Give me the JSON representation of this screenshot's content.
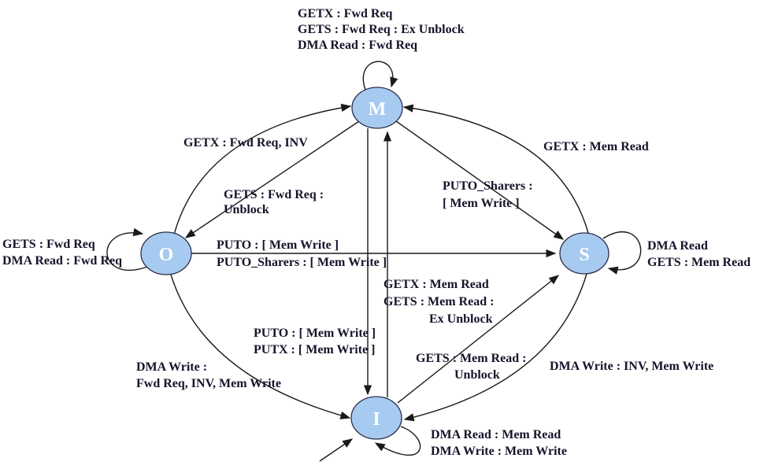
{
  "diagram": {
    "type": "state-machine",
    "description_states": [
      "M",
      "O",
      "S",
      "I"
    ]
  },
  "colors": {
    "node_fill": "#a6caf0",
    "node_stroke": "#2e2e4a",
    "edge": "#1a1a1a",
    "label_text": "#14142b",
    "node_text": "#ffffff"
  },
  "nodes": {
    "m": {
      "label": "M"
    },
    "o": {
      "label": "O"
    },
    "s": {
      "label": "S"
    },
    "i": {
      "label": "I"
    }
  },
  "transitions": {
    "m_self": {
      "lines": [
        "GETX : Fwd Req",
        "GETS  : Fwd Req : Ex Unblock",
        "DMA Read : Fwd Req"
      ]
    },
    "o_to_m": {
      "lines": [
        "GETX : Fwd Req, INV"
      ]
    },
    "m_to_o": {
      "lines": [
        "GETS : Fwd Req :",
        "Unblock"
      ]
    },
    "s_to_m": {
      "lines": [
        "GETX : Mem Read"
      ]
    },
    "m_to_s": {
      "lines": [
        "PUTO_Sharers :",
        "[ Mem Write ]"
      ]
    },
    "o_to_s": {
      "lines": [
        "PUTO : [ Mem Write ]",
        "PUTO_Sharers : [ Mem Write ]"
      ]
    },
    "o_self": {
      "lines": [
        "GETS : Fwd Req",
        "DMA Read : Fwd Req"
      ]
    },
    "s_self": {
      "lines": [
        "DMA Read",
        "GETS : Mem Read"
      ]
    },
    "i_to_m": {
      "lines": [
        "GETX : Mem Read",
        "GETS  : Mem Read :",
        "Ex Unblock"
      ]
    },
    "m_to_i": {
      "lines": [
        "PUTO : [ Mem Write ]",
        "PUTX : [ Mem Write ]"
      ]
    },
    "i_to_s": {
      "lines": [
        "GETS : Mem Read :",
        "Unblock"
      ]
    },
    "s_to_i": {
      "lines": [
        "DMA Write : INV, Mem Write"
      ]
    },
    "o_to_i": {
      "lines": [
        "DMA Write :",
        "Fwd Req, INV, Mem Write"
      ]
    },
    "i_self": {
      "lines": [
        "DMA Read :  Mem Read",
        "DMA Write : Mem Write"
      ]
    }
  }
}
